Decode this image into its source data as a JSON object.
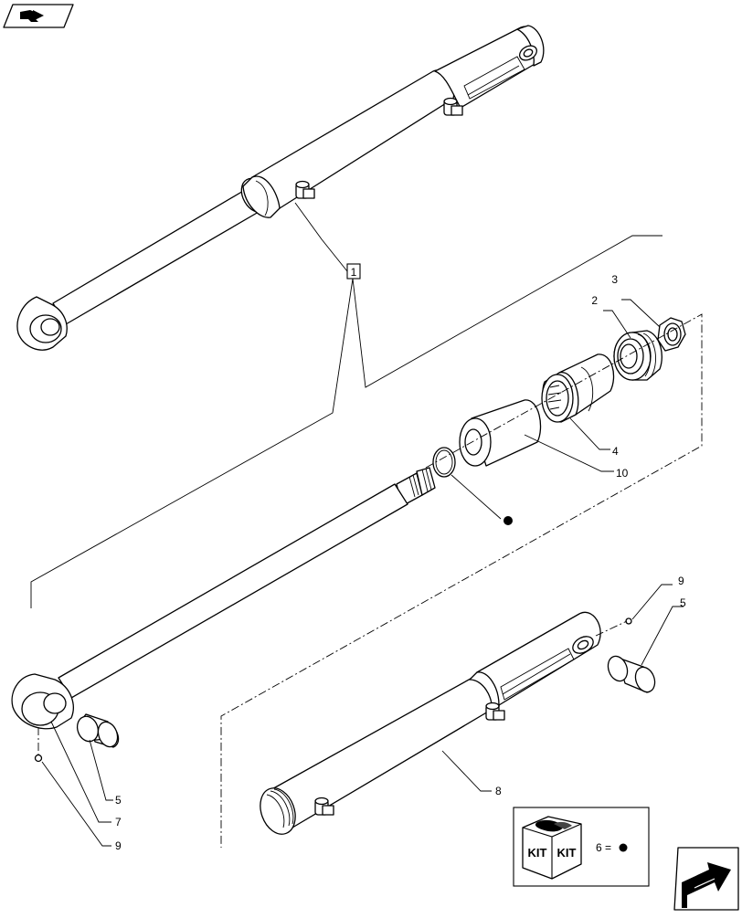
{
  "diagram": {
    "top_left_icon": "book-arrow-icon",
    "bottom_right_icon": "next-arrow-icon",
    "assembly_ref": "1",
    "callouts": {
      "c2": "2",
      "c3": "3",
      "c4": "4",
      "c10": "10",
      "c9_right": "9",
      "c5_right": "5",
      "c5_left": "5",
      "c7": "7",
      "c9_left": "9",
      "c8": "8"
    },
    "kit": {
      "label_left": "KIT",
      "label_right": "KIT",
      "legend": "6 ="
    }
  }
}
